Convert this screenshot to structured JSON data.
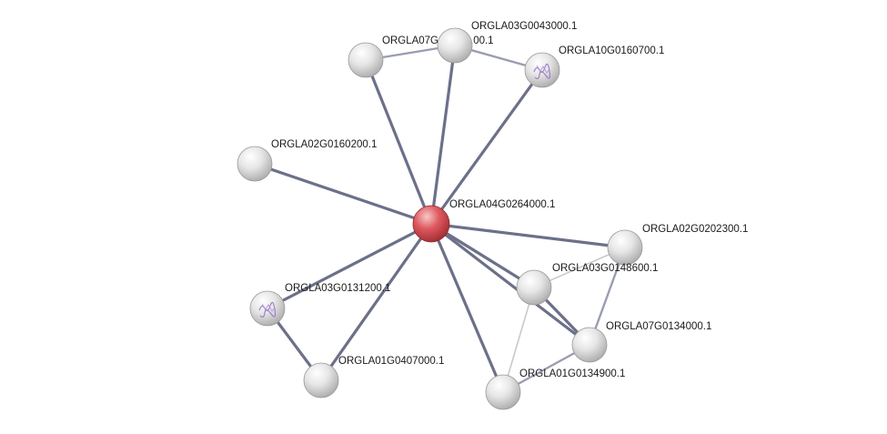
{
  "colors": {
    "edge_strong": "#6c7089",
    "edge_medium": "#9a9db0",
    "edge_light": "#c9c9cf",
    "query_node": "#d9474f",
    "neighbor_node": "#d8d8d8"
  },
  "network": {
    "nodes": [
      {
        "id": "ORGLA04G0264000.1",
        "label": "ORGLA04G0264000.1",
        "query": true,
        "structure": false
      },
      {
        "id": "ORGLA07G_a",
        "label": "ORGLA07G0",
        "query": false,
        "structure": false
      },
      {
        "id": "ORGLA03G0043000.1",
        "label": "ORGLA03G0043000.1",
        "query": false,
        "structure": false
      },
      {
        "id": "ORGLA10G0160700.1",
        "label": "ORGLA10G0160700.1",
        "query": false,
        "structure": true
      },
      {
        "id": "ORGLA02G0160200.1",
        "label": "ORGLA02G0160200.1",
        "query": false,
        "structure": false
      },
      {
        "id": "ORGLA02G0202300.1",
        "label": "ORGLA02G0202300.1",
        "query": false,
        "structure": false
      },
      {
        "id": "ORGLA03G0148600.1",
        "label": "ORGLA03G0148600.1",
        "query": false,
        "structure": false
      },
      {
        "id": "ORGLA07G0134000.1",
        "label": "ORGLA07G0134000.1",
        "query": false,
        "structure": false
      },
      {
        "id": "ORGLA03G0131200.1",
        "label": "ORGLA03G0131200.1",
        "query": false,
        "structure": true
      },
      {
        "id": "ORGLA01G0407000.1",
        "label": "ORGLA01G0407000.1",
        "query": false,
        "structure": false
      },
      {
        "id": "ORGLA01G0134900.1",
        "label": "ORGLA01G0134900.1",
        "query": false,
        "structure": false
      }
    ],
    "label_suffix_overlap": ".00.1",
    "edges": [
      {
        "source": "ORGLA04G0264000.1",
        "target": "ORGLA07G_a",
        "strength": "strong"
      },
      {
        "source": "ORGLA04G0264000.1",
        "target": "ORGLA03G0043000.1",
        "strength": "strong"
      },
      {
        "source": "ORGLA04G0264000.1",
        "target": "ORGLA10G0160700.1",
        "strength": "strong"
      },
      {
        "source": "ORGLA04G0264000.1",
        "target": "ORGLA02G0160200.1",
        "strength": "strong"
      },
      {
        "source": "ORGLA04G0264000.1",
        "target": "ORGLA02G0202300.1",
        "strength": "strong"
      },
      {
        "source": "ORGLA04G0264000.1",
        "target": "ORGLA03G0148600.1",
        "strength": "strong"
      },
      {
        "source": "ORGLA04G0264000.1",
        "target": "ORGLA07G0134000.1",
        "strength": "strong"
      },
      {
        "source": "ORGLA04G0264000.1",
        "target": "ORGLA03G0131200.1",
        "strength": "strong"
      },
      {
        "source": "ORGLA04G0264000.1",
        "target": "ORGLA01G0407000.1",
        "strength": "strong"
      },
      {
        "source": "ORGLA04G0264000.1",
        "target": "ORGLA01G0134900.1",
        "strength": "strong"
      },
      {
        "source": "ORGLA07G_a",
        "target": "ORGLA03G0043000.1",
        "strength": "medium"
      },
      {
        "source": "ORGLA03G0043000.1",
        "target": "ORGLA10G0160700.1",
        "strength": "medium"
      },
      {
        "source": "ORGLA03G0131200.1",
        "target": "ORGLA01G0407000.1",
        "strength": "strong"
      },
      {
        "source": "ORGLA03G0148600.1",
        "target": "ORGLA07G0134000.1",
        "strength": "strong"
      },
      {
        "source": "ORGLA03G0148600.1",
        "target": "ORGLA02G0202300.1",
        "strength": "light"
      },
      {
        "source": "ORGLA03G0148600.1",
        "target": "ORGLA01G0134900.1",
        "strength": "light"
      },
      {
        "source": "ORGLA07G0134000.1",
        "target": "ORGLA02G0202300.1",
        "strength": "medium"
      },
      {
        "source": "ORGLA07G0134000.1",
        "target": "ORGLA01G0134900.1",
        "strength": "medium"
      }
    ]
  }
}
